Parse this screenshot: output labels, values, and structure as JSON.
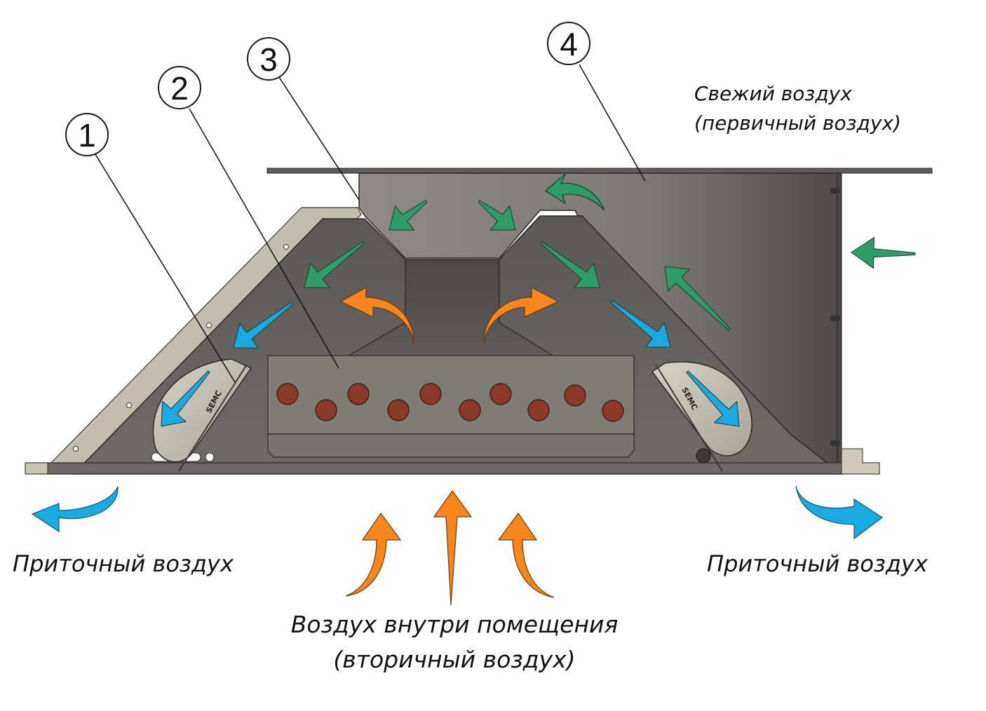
{
  "callouts": [
    {
      "number": "1",
      "part": "nozzle-left"
    },
    {
      "number": "2",
      "part": "heat-exchanger-panel"
    },
    {
      "number": "3",
      "part": "primary-air-inlet-nozzle"
    },
    {
      "number": "4",
      "part": "fresh-air-chamber"
    }
  ],
  "labels": {
    "fresh_air_line1": "Свежий воздух",
    "fresh_air_line2": "(первичный воздух)",
    "supply_air_left": "Приточный воздух",
    "supply_air_right": "Приточный воздух",
    "room_air_line1": "Воздух внутри помещения",
    "room_air_line2": "(вторичный воздух)"
  },
  "nozzle_marking": "SEMC",
  "colors": {
    "primary_air_arrow": "#2e9c6a",
    "supply_air_arrow": "#1aa9e0",
    "room_air_arrow": "#f7861c",
    "housing_dark": "#5a5856",
    "housing_light": "#8a8680",
    "bracket_light": "#c9c3b6",
    "coil_tube": "#8b3a2a",
    "panel": "#7d7a74"
  }
}
